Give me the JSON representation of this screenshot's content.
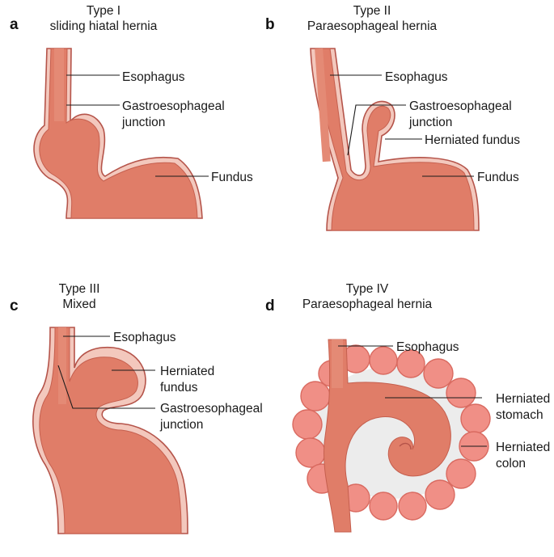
{
  "panels": [
    {
      "letter": "a",
      "title": [
        "Type I",
        "sliding hiatal hernia"
      ],
      "labels": [
        [
          "Esophagus"
        ],
        [
          "Gastroesophageal",
          "junction"
        ],
        [
          "Fundus"
        ]
      ]
    },
    {
      "letter": "b",
      "title": [
        "Type II",
        "Paraesophageal hernia"
      ],
      "labels": [
        [
          "Esophagus"
        ],
        [
          "Gastroesophageal",
          "junction"
        ],
        [
          "Herniated fundus"
        ],
        [
          "Fundus"
        ]
      ]
    },
    {
      "letter": "c",
      "title": [
        "Type III",
        "Mixed"
      ],
      "labels": [
        [
          "Esophagus"
        ],
        [
          "Herniated",
          "fundus"
        ],
        [
          "Gastroesophageal",
          "junction"
        ]
      ]
    },
    {
      "letter": "d",
      "title": [
        "Type IV",
        "Paraesophageal hernia"
      ],
      "labels": [
        [
          "Esophagus"
        ],
        [
          "Herniated",
          "stomach"
        ],
        [
          "Herniated",
          "colon"
        ]
      ]
    }
  ],
  "colors": {
    "stomach": "#e07d68",
    "wall": "#f3c8bd",
    "outline": "#b5544a",
    "colon": "#f08f86",
    "text": "#1a1a1a"
  }
}
